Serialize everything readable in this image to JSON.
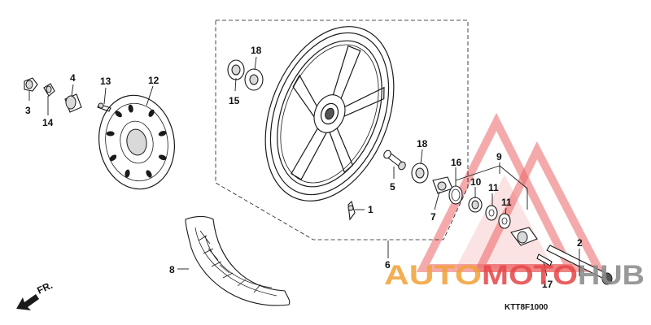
{
  "callouts": {
    "c1": "1",
    "c2": "2",
    "c3": "3",
    "c4": "4",
    "c5": "5",
    "c6": "6",
    "c7": "7",
    "c8": "8",
    "c9": "9",
    "c10": "10",
    "c11a": "11",
    "c11b": "11",
    "c12": "12",
    "c13": "13",
    "c14": "14",
    "c15": "15",
    "c16": "16",
    "c17": "17",
    "c18a": "18",
    "c18b": "18"
  },
  "diagram_code": "KTT8F1000",
  "direction_label": "FR.",
  "watermark": {
    "part1": "AUTO",
    "part2": "MOTO",
    "part3": "HUB"
  },
  "colors": {
    "watermark_orange": "#f2a33c",
    "watermark_red": "#e8494b",
    "watermark_grey": "#8c8c8c",
    "ink": "#1a1a1a"
  },
  "icons": {
    "front_arrow": "arrow-down-left-icon",
    "logo": "triangle-logo-icon"
  }
}
